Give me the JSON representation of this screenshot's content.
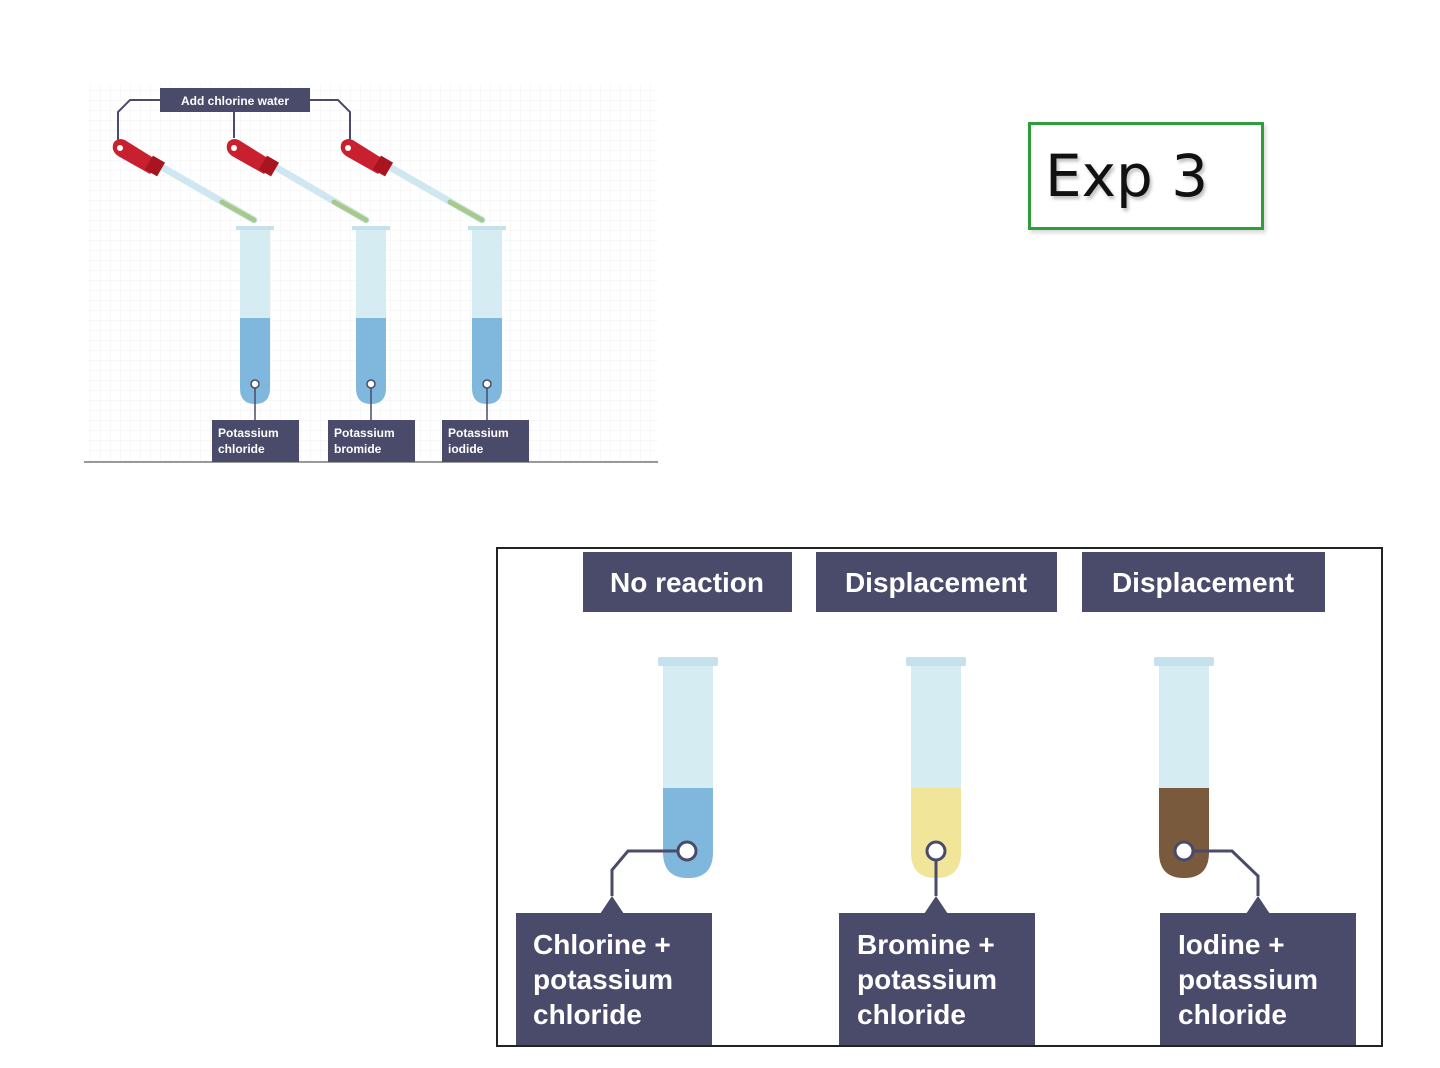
{
  "colors": {
    "label_bg": "#4a4a6a",
    "tube_glass": "#d6ecf3",
    "solution_blue": "#7fb8dc",
    "solution_yellow": "#f1e59a",
    "solution_brown": "#7a5a3c",
    "dropper_bulb": "#c8202f",
    "exp_border": "#2e9e3a"
  },
  "experiment": {
    "label": "Exp 3"
  },
  "setup": {
    "dropper_label": "Add chlorine water",
    "tubes": [
      {
        "line1": "Potassium",
        "line2": "chloride",
        "solution": "solution_blue"
      },
      {
        "line1": "Potassium",
        "line2": "bromide",
        "solution": "solution_blue"
      },
      {
        "line1": "Potassium",
        "line2": "iodide",
        "solution": "solution_blue"
      }
    ]
  },
  "results": {
    "tubes": [
      {
        "outcome": "No reaction",
        "line1": "Chlorine +",
        "line2": "potassium",
        "line3": "chloride",
        "solution": "solution_blue"
      },
      {
        "outcome": "Displacement",
        "line1": "Bromine +",
        "line2": "potassium",
        "line3": "chloride",
        "solution": "solution_yellow"
      },
      {
        "outcome": "Displacement",
        "line1": "Iodine +",
        "line2": "potassium",
        "line3": "chloride",
        "solution": "solution_brown"
      }
    ]
  }
}
